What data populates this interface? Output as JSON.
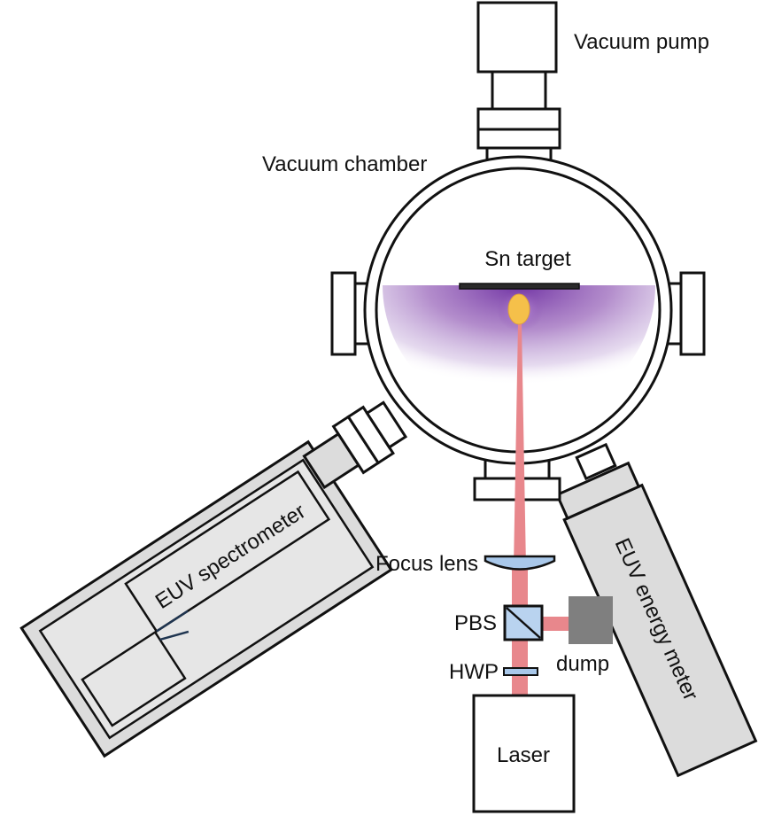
{
  "labels": {
    "vacuum_pump": "Vacuum pump",
    "vacuum_chamber": "Vacuum chamber",
    "sn_target": "Sn target",
    "euv_spectrometer": "EUV spectrometer",
    "euv_energy_meter": "EUV energy meter",
    "focus_lens": "Focus lens",
    "pbs": "PBS",
    "dump": "dump",
    "hwp": "HWP",
    "laser": "Laser"
  },
  "colors": {
    "outline": "#111111",
    "box_fill": "#ffffff",
    "housing_fill": "#dcdcdc",
    "laser_beam": "#e8878c",
    "plasma": "#8a4fb0",
    "plasma_core": "#f5c04a",
    "lens_fill": "#a9c8ea",
    "pbs_fill": "#b9d3ef",
    "dump_fill": "#7f7f7f",
    "fiber": "#1f3550"
  }
}
